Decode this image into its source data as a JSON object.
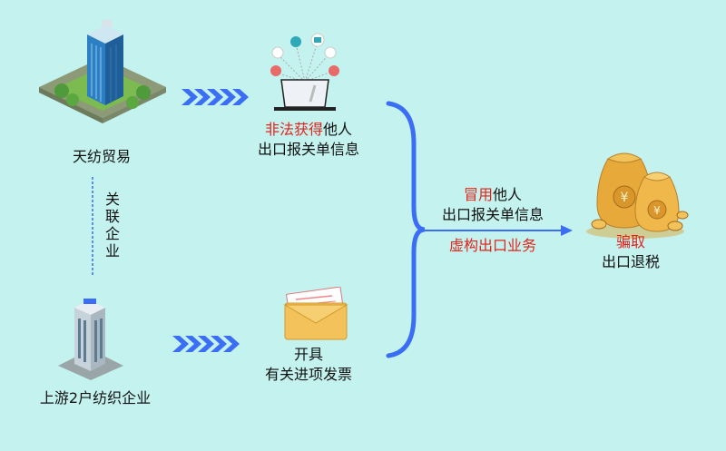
{
  "nodes": {
    "tianfang": "天纺贸易",
    "related_chars": [
      "关",
      "联",
      "企",
      "业"
    ],
    "upstream": "上游2户纺织企业",
    "obtain_red": "非法获得",
    "obtain_black": "他人",
    "obtain_line2": "出口报关单信息",
    "invoice_line1": "开具",
    "invoice_line2": "有关进项发票",
    "fraud_red": "冒用",
    "fraud_black": "他人",
    "fraud_line2": "出口报关单信息",
    "fake_business": "虚构出口业务",
    "result_red": "骗取",
    "result_line2": "出口退税"
  },
  "colors": {
    "background": "#c3f2ef",
    "accent_blue": "#3b6ef5",
    "highlight_red": "#e2231a",
    "text": "#111111"
  },
  "icons": {
    "building_main": "office-building-icon",
    "building_small": "small-building-icon",
    "laptop": "laptop-data-icon",
    "envelope": "document-folder-icon",
    "money": "money-bags-icon"
  }
}
